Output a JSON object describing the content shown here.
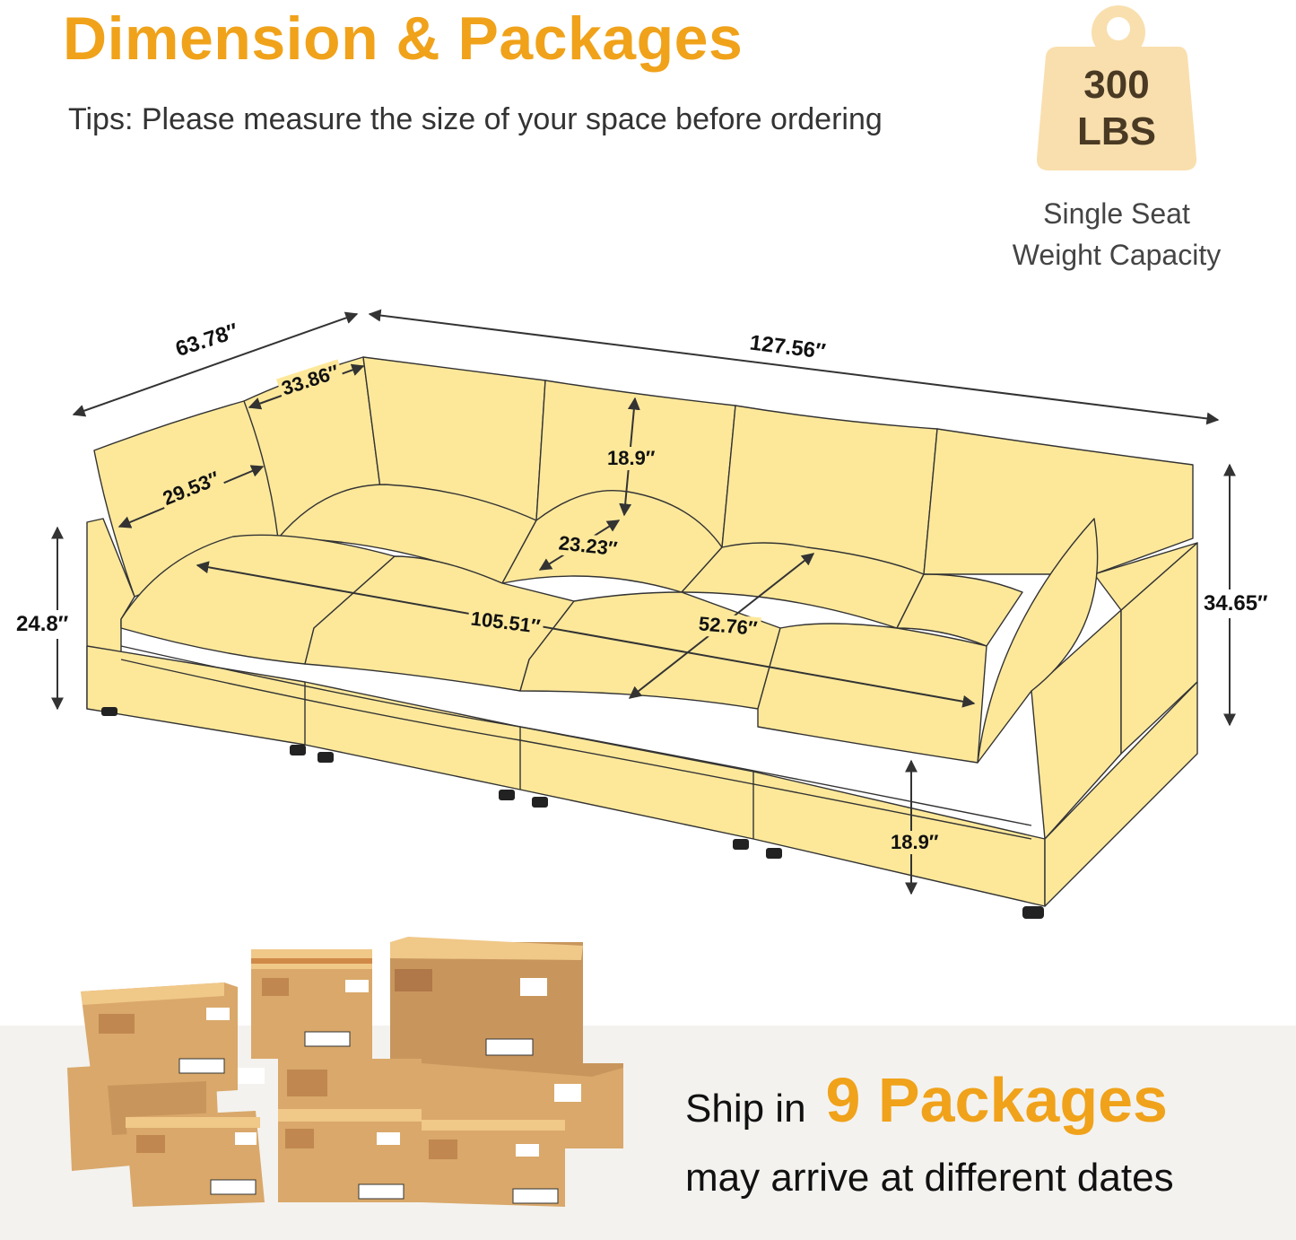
{
  "header": {
    "title": "Dimension & Packages",
    "tips": "Tips: Please measure the size of your space before ordering"
  },
  "weight_badge": {
    "value": "300",
    "unit": "LBS",
    "caption_line1": "Single Seat",
    "caption_line2": "Weight Capacity",
    "badge_color": "#f9dfae",
    "text_color": "#4a3a24"
  },
  "sofa": {
    "body_color": "#fde89a",
    "outline_color": "#333333",
    "dimensions": {
      "depth_total": "63.78″",
      "width_total": "127.56″",
      "back_cushion_width": "33.86″",
      "arm_pillow_width": "29.53″",
      "backrest_height": "18.9″",
      "seat_depth": "23.23″",
      "seat_width": "105.51″",
      "ottoman_span": "52.76″",
      "arm_height": "24.8″",
      "total_height": "34.65″",
      "seat_height": "18.9″"
    }
  },
  "shipping": {
    "prefix": "Ship in",
    "count_label": "9 Packages",
    "note": "may arrive at different dates",
    "accent_color": "#f0a21a",
    "box_color": "#d9a86a"
  }
}
